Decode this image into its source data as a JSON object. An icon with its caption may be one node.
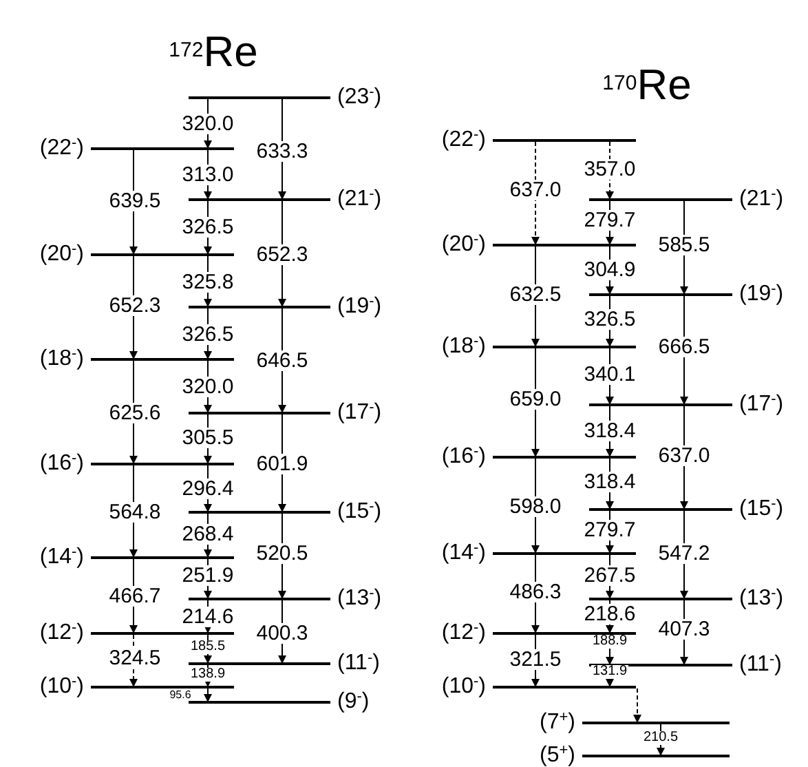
{
  "diagram": {
    "nodes": [
      {
        "text": [
          "(23$^{-}$)"
        ]
      },
      {
        "text": [
          "(22$^{-}$)"
        ]
      },
      {
        "text": [
          "(21$^{-}$)"
        ]
      },
      {
        "text": [
          "(20$^{-}$)"
        ]
      },
      {
        "text": [
          "(19$^{-}$)"
        ]
      },
      {
        "text": [
          "(18$^{-}$)"
        ]
      },
      {
        "text": [
          "(17$^{-}$)"
        ]
      },
      {
        "text": [
          "(16$^{-}$)"
        ]
      },
      {
        "text": [
          "(15$^{-}$)"
        ]
      },
      {
        "text": [
          "(14$^{-}$)"
        ]
      },
      {
        "text": [
          "(13$^{-}$)"
        ]
      },
      {
        "text": [
          "(12$^{-}$)"
        ]
      },
      {
        "text": [
          "(11$^{-}$)"
        ]
      },
      {
        "text": [
          "(10$^{-}$)"
        ]
      },
      {
        "text": [
          "(9$^{-}$)"
        ]
      },
      {
        "text": [
          "(22$^{-}$)"
        ]
      },
      {
        "text": [
          "(21$^{-}$)"
        ]
      },
      {
        "text": [
          "(20$^{-}$)"
        ]
      },
      {
        "text": [
          "(19$^{-}$)"
        ]
      },
      {
        "text": [
          "(18$^{-}$)"
        ]
      },
      {
        "text": [
          "(17$^{-}$)"
        ]
      },
      {
        "text": [
          "(16$^{-}$)"
        ]
      },
      {
        "text": [
          "(15$^{-}$)"
        ]
      },
      {
        "text": [
          "(14$^{-}$)"
        ]
      },
      {
        "text": [
          "(13$^{-}$)"
        ]
      },
      {
        "text": [
          "(12$^{-}$)"
        ]
      },
      {
        "text": [
          "(11$^{-}$)"
        ]
      },
      {
        "text": [
          "(10$^{-}$)"
        ]
      },
      {
        "text": [
          "(7$^{+}$)"
        ]
      },
      {
        "text": [
          "(5$^{+}$)"
        ]
      }
    ],
    "edges": [
      {
        "from": 0,
        "to": 1,
        "arrow": "to",
        "label": "320.0"
      },
      {
        "from": 1,
        "to": 2,
        "arrow": "to",
        "label": "313.0"
      },
      {
        "from": 2,
        "to": 3,
        "arrow": "to",
        "label": "326.5"
      },
      {
        "from": 3,
        "to": 4,
        "arrow": "to",
        "label": "325.8"
      },
      {
        "from": 4,
        "to": 5,
        "arrow": "to",
        "label": "326.5"
      },
      {
        "from": 5,
        "to": 6,
        "arrow": "to",
        "label": "320.0"
      },
      {
        "from": 6,
        "to": 7,
        "arrow": "to",
        "label": "305.5"
      },
      {
        "from": 7,
        "to": 8,
        "arrow": "to",
        "label": "296.4"
      },
      {
        "from": 8,
        "to": 9,
        "arrow": "to",
        "label": "268.4"
      },
      {
        "from": 9,
        "to": 10,
        "arrow": "to",
        "label": "251.9"
      },
      {
        "from": 10,
        "to": 11,
        "arrow": "to",
        "label": "214.6"
      },
      {
        "from": 11,
        "to": 12,
        "arrow": "to",
        "label": "185.5"
      },
      {
        "from": 12,
        "to": 13,
        "arrow": "to",
        "label": "138.9"
      },
      {
        "from": 13,
        "to": 14,
        "arrow": "to",
        "label": "95.6"
      },
      {
        "from": 0,
        "to": 2,
        "arrow": "to",
        "label": "633.3"
      },
      {
        "from": 2,
        "to": 4,
        "arrow": "to",
        "label": "652.3"
      },
      {
        "from": 4,
        "to": 6,
        "arrow": "to",
        "label": "646.5"
      },
      {
        "from": 6,
        "to": 8,
        "arrow": "to",
        "label": "601.9"
      },
      {
        "from": 8,
        "to": 10,
        "arrow": "to",
        "label": "520.5"
      },
      {
        "from": 10,
        "to": 12,
        "arrow": "to",
        "label": "400.3"
      },
      {
        "from": 1,
        "to": 3,
        "arrow": "to",
        "label": "639.5"
      },
      {
        "from": 3,
        "to": 5,
        "arrow": "to",
        "label": "652.3"
      },
      {
        "from": 5,
        "to": 7,
        "arrow": "to",
        "label": "625.6"
      },
      {
        "from": 7,
        "to": 9,
        "arrow": "to",
        "label": "564.8"
      },
      {
        "from": 9,
        "to": 11,
        "arrow": "to",
        "label": "466.7"
      },
      {
        "from": 11,
        "to": 13,
        "arrow": "to",
        "label": "324.5",
        "style": "dashed"
      },
      {
        "from": 15,
        "to": 16,
        "arrow": "to",
        "label": "357.0",
        "style": "dashed"
      },
      {
        "from": 16,
        "to": 17,
        "arrow": "to",
        "label": "279.7"
      },
      {
        "from": 17,
        "to": 18,
        "arrow": "to",
        "label": "304.9"
      },
      {
        "from": 18,
        "to": 19,
        "arrow": "to",
        "label": "326.5"
      },
      {
        "from": 19,
        "to": 20,
        "arrow": "to",
        "label": "340.1"
      },
      {
        "from": 20,
        "to": 21,
        "arrow": "to",
        "label": "318.4"
      },
      {
        "from": 21,
        "to": 22,
        "arrow": "to",
        "label": "318.4"
      },
      {
        "from": 22,
        "to": 23,
        "arrow": "to",
        "label": "279.7"
      },
      {
        "from": 23,
        "to": 24,
        "arrow": "to",
        "label": "267.5"
      },
      {
        "from": 24,
        "to": 25,
        "arrow": "to",
        "label": "218.6"
      },
      {
        "from": 25,
        "to": 26,
        "arrow": "to",
        "label": "188.9"
      },
      {
        "from": 26,
        "to": 27,
        "arrow": "to",
        "label": "131.9"
      },
      {
        "from": 16,
        "to": 18,
        "arrow": "to",
        "label": "585.5"
      },
      {
        "from": 18,
        "to": 20,
        "arrow": "to",
        "label": "666.5"
      },
      {
        "from": 20,
        "to": 22,
        "arrow": "to",
        "label": "637.0"
      },
      {
        "from": 22,
        "to": 24,
        "arrow": "to",
        "label": "547.2"
      },
      {
        "from": 24,
        "to": 26,
        "arrow": "to",
        "label": "407.3"
      },
      {
        "from": 15,
        "to": 17,
        "arrow": "to",
        "label": "637.0",
        "style": "dashed"
      },
      {
        "from": 17,
        "to": 19,
        "arrow": "to",
        "label": "632.5"
      },
      {
        "from": 19,
        "to": 21,
        "arrow": "to",
        "label": "659.0"
      },
      {
        "from": 21,
        "to": 23,
        "arrow": "to",
        "label": "598.0"
      },
      {
        "from": 23,
        "to": 25,
        "arrow": "to",
        "label": "486.3"
      },
      {
        "from": 25,
        "to": 27,
        "arrow": "to",
        "label": "321.5"
      },
      {
        "from": 27,
        "to": 28,
        "arrow": "to",
        "style": "dashed"
      },
      {
        "from": 28,
        "to": 29,
        "arrow": "to",
        "label": "210.5"
      }
    ],
    "labels": [
      "$^{172}$Re",
      "$^{170}$Re"
    ]
  }
}
